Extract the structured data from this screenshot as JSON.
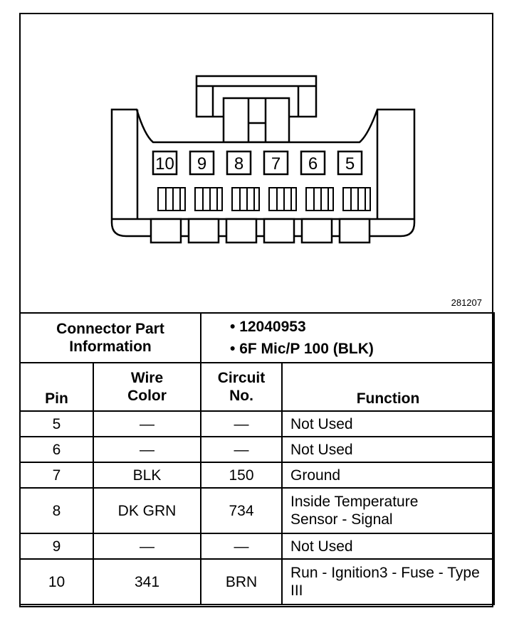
{
  "diagram": {
    "figure_id": "281207",
    "cavity_labels": [
      "10",
      "9",
      "8",
      "7",
      "6",
      "5"
    ]
  },
  "connector_info": {
    "label": "Connector Part Information",
    "items": [
      "• 12040953",
      "• 6F Mic/P 100 (BLK)"
    ]
  },
  "table": {
    "headers": {
      "pin": "Pin",
      "wire_color": "Wire Color",
      "circuit_no": "Circuit No.",
      "function": "Function"
    },
    "rows": [
      {
        "pin": "5",
        "wire_color": "—",
        "circuit_no": "—",
        "function": "Not Used"
      },
      {
        "pin": "6",
        "wire_color": "—",
        "circuit_no": "—",
        "function": "Not Used"
      },
      {
        "pin": "7",
        "wire_color": "BLK",
        "circuit_no": "150",
        "function": "Ground"
      },
      {
        "pin": "8",
        "wire_color": "DK GRN",
        "circuit_no": "734",
        "function": "Inside Temperature Sensor - Signal"
      },
      {
        "pin": "9",
        "wire_color": "—",
        "circuit_no": "—",
        "function": "Not Used"
      },
      {
        "pin": "10",
        "wire_color": "341",
        "circuit_no": "BRN",
        "function": "Run - Ignition3 - Fuse - Type III"
      }
    ]
  }
}
